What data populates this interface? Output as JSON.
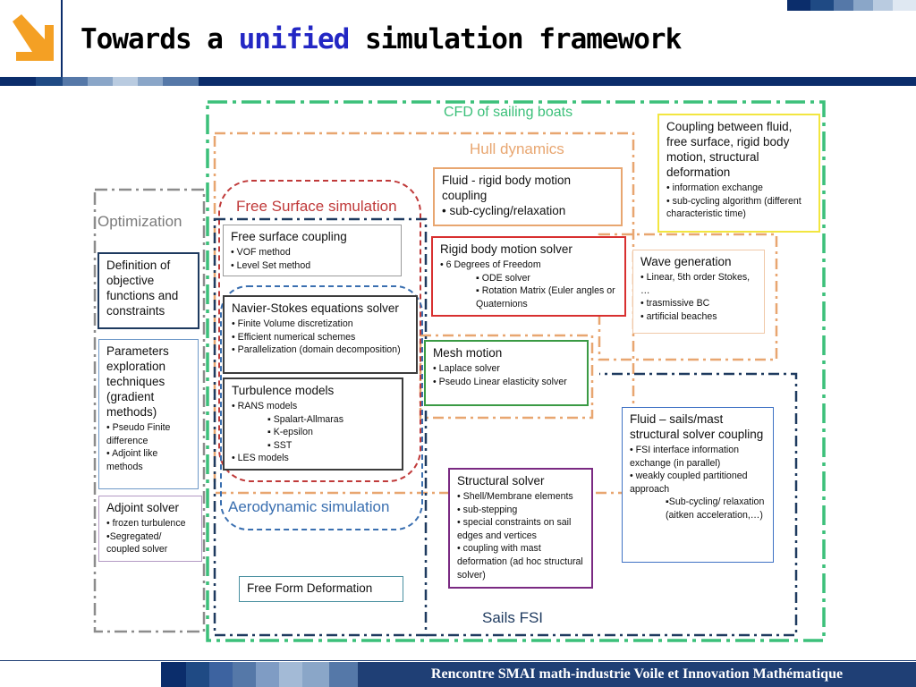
{
  "slide": {
    "title_part1": "Towards a ",
    "title_highlight": "unified",
    "title_part2": " simulation framework",
    "footer": "Rencontre SMAI math-industrie Voile et Innovation Mathématique"
  },
  "colors": {
    "title_highlight": "#2327c4",
    "logo_orange": "#f4a024",
    "navy": "#1f3f75",
    "cfd_green": "#3cc07a",
    "hull_orange": "#e8a670",
    "free_surface_red": "#c03a3a",
    "aero_blue": "#3a6fb0",
    "optimization_gray": "#8c8c8c",
    "sails_navy": "#1e3a5f"
  },
  "regions": {
    "cfd": "CFD of sailing boats",
    "hull": "Hull dynamics",
    "free_surface": "Free Surface simulation",
    "optimization": "Optimization",
    "aerodynamic": "Aerodynamic simulation",
    "sails_fsi": "Sails FSI"
  },
  "boxes": {
    "coupling_fluid": {
      "title": "Coupling between fluid, free surface, rigid body motion, structural deformation",
      "bullets": [
        "• information exchange",
        "• sub-cycling algorithm (different characteristic time)"
      ]
    },
    "fluid_rigid": {
      "title": "Fluid - rigid body motion coupling",
      "bullet": "• sub-cycling/relaxation"
    },
    "free_surface_coupling": {
      "title": "Free surface coupling",
      "bullets": [
        "• VOF method",
        "• Level Set method"
      ]
    },
    "rigid_body_solver": {
      "title": "Rigid body motion solver",
      "bullets": [
        "• 6 Degrees of Freedom"
      ],
      "sub": [
        "▪ ODE solver",
        "▪ Rotation Matrix (Euler angles or Quaternions"
      ]
    },
    "wave_generation": {
      "title": "Wave generation",
      "bullets": [
        "• Linear, 5th order Stokes, …",
        "• trasmissive BC",
        "• artificial beaches"
      ]
    },
    "definition": {
      "title": "Definition of objective functions and constraints"
    },
    "navier_stokes": {
      "title": "Navier-Stokes equations solver",
      "bullets": [
        "• Finite Volume discretization",
        "• Efficient numerical schemes",
        "• Parallelization (domain decomposition)"
      ]
    },
    "mesh_motion": {
      "title": "Mesh motion",
      "bullets": [
        "• Laplace solver",
        "• Pseudo Linear elasticity solver"
      ]
    },
    "parameters": {
      "title": "Parameters exploration techniques (gradient methods)",
      "bullets": [
        "• Pseudo Finite difference",
        "• Adjoint like methods"
      ]
    },
    "turbulence": {
      "title": "Turbulence models",
      "bullets": [
        "• RANS models"
      ],
      "sub": [
        "▪ Spalart-Allmaras",
        "▪ K-epsilon",
        "▪ SST"
      ],
      "bullets2": [
        "• LES models"
      ]
    },
    "fluid_sails": {
      "title": "Fluid – sails/mast structural solver coupling",
      "bullets": [
        "• FSI interface information exchange (in parallel)",
        "• weakly coupled partitioned approach"
      ],
      "sub": [
        "▪Sub-cycling/ relaxation (aitken acceleration,…)"
      ]
    },
    "adjoint": {
      "title": "Adjoint solver",
      "bullets": [
        "• frozen turbulence",
        "•Segregated/ coupled solver"
      ]
    },
    "structural": {
      "title": "Structural solver",
      "bullets": [
        "• Shell/Membrane elements",
        "• sub-stepping",
        "• special constraints on sail edges and vertices",
        "• coupling with mast deformation (ad hoc structural solver)"
      ]
    },
    "ffd": {
      "title": "Free Form Deformation"
    }
  }
}
